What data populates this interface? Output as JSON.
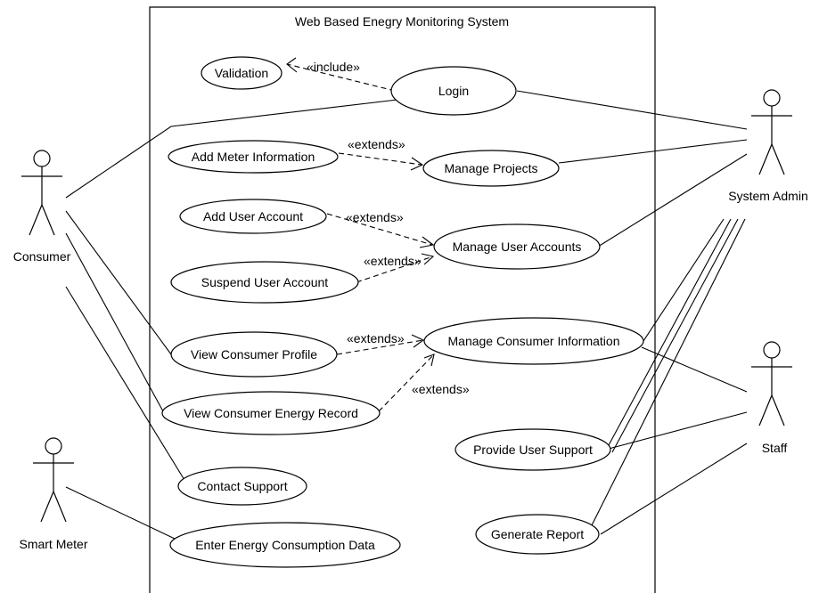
{
  "system": {
    "title": "Web Based Enegry Monitoring System"
  },
  "actors": {
    "consumer": "Consumer",
    "smart_meter": "Smart Meter",
    "system_admin": "System Admin",
    "staff": "Staff"
  },
  "use_cases": {
    "validation": "Validation",
    "login": "Login",
    "add_meter_information": "Add Meter Information",
    "manage_projects": "Manage Projects",
    "add_user_account": "Add User Account",
    "manage_user_accounts": "Manage User Accounts",
    "suspend_user_account": "Suspend User Account",
    "view_consumer_profile": "View Consumer Profile",
    "manage_consumer_information": "Manage Consumer Information",
    "view_consumer_energy_record": "View Consumer Energy Record",
    "contact_support": "Contact Support",
    "enter_energy_consumption_data": "Enter Energy Consumption Data",
    "provide_user_support": "Provide User Support",
    "generate_report": "Generate Report"
  },
  "stereotypes": {
    "include": "«include»",
    "extends_manage_projects": "«extends»",
    "extends_add_user": "«extends»",
    "extends_suspend_user": "«extends»",
    "extends_view_profile": "«extends»",
    "extends_view_energy": "«extends»"
  }
}
